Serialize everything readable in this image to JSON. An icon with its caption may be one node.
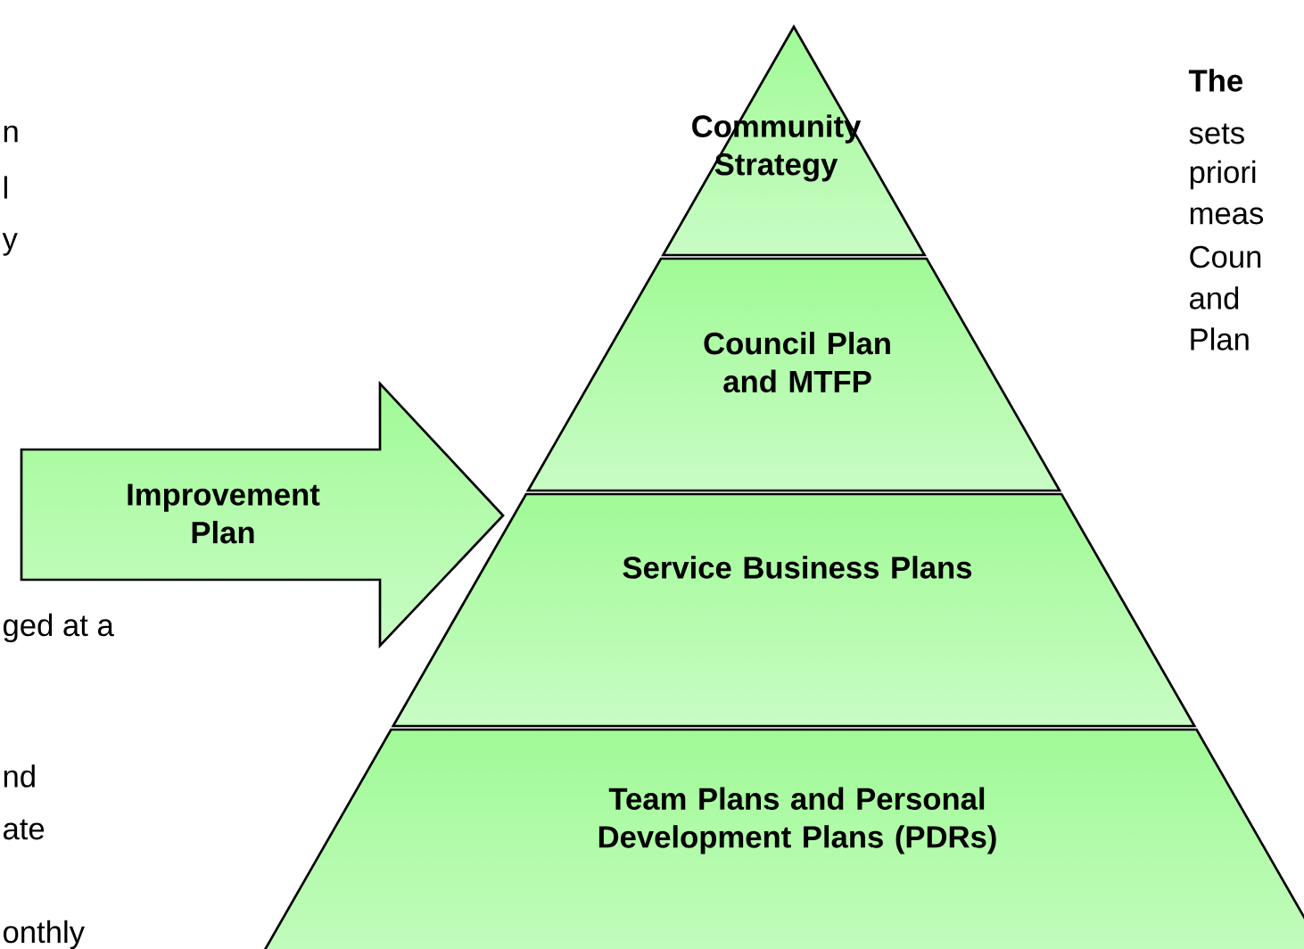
{
  "diagram": {
    "nodes": [
      {
        "text": [
          "Community Strategy"
        ]
      },
      {
        "text": [
          "Council Plan and MTFP"
        ]
      },
      {
        "text": [
          "Service Business Plans"
        ]
      },
      {
        "text": [
          "Team Plans and Personal Development Plans (PDRs)"
        ]
      },
      {
        "text": [
          "Improvement Plan"
        ]
      }
    ],
    "labels": [
      "n",
      "l",
      "y",
      "ged at a",
      "nd",
      "ate",
      "onthly",
      "**The**",
      "sets",
      "priori",
      "meas",
      "Coun",
      "and",
      "Plan"
    ]
  }
}
